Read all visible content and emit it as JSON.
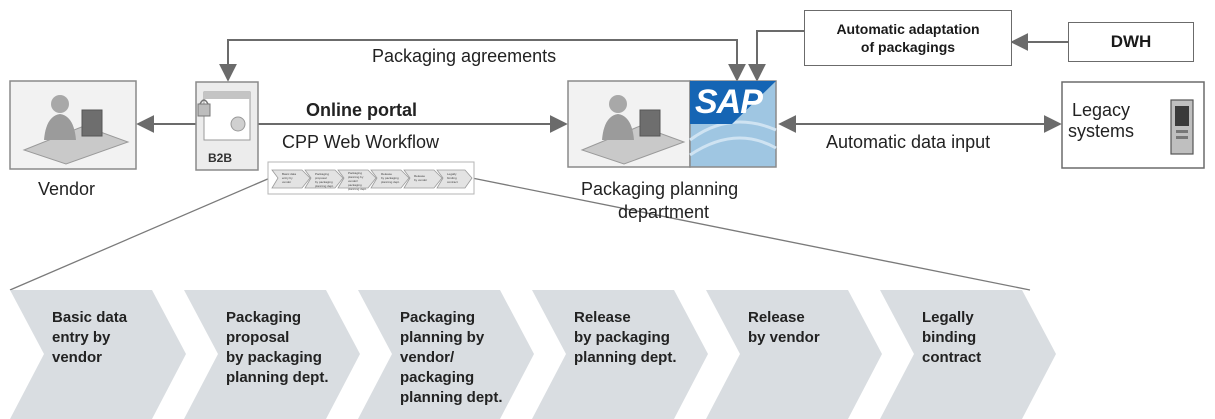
{
  "labels": {
    "packaging_agreements": "Packaging agreements",
    "online_portal": "Online portal",
    "cpp_web_workflow": "CPP Web Workflow",
    "vendor": "Vendor",
    "packaging_planning_dept_line1": "Packaging planning",
    "packaging_planning_dept_line2": "department",
    "automatic_data_input": "Automatic data input",
    "auto_adaptation": "Automatic adaptation\nof packagings",
    "dwh": "DWH",
    "legacy_systems": "Legacy\nsystems",
    "sap_logo": "SAP",
    "b2b_badge": "B2B"
  },
  "workflow_steps": [
    {
      "label": "Basic data\nentry by\nvendor"
    },
    {
      "label": "Packaging\nproposal\nby packaging\nplanning dept."
    },
    {
      "label": "Packaging\nplanning by\nvendor/\npackaging\nplanning dept."
    },
    {
      "label": "Release\nby packaging\nplanning dept."
    },
    {
      "label": "Release\nby vendor"
    },
    {
      "label": "Legally\nbinding\ncontract"
    }
  ],
  "colors": {
    "step_fill": "#d9dde1",
    "line": "#6b6b6b",
    "sap_blue": "#1565b4",
    "sap_panel": "#9fc6e2"
  }
}
